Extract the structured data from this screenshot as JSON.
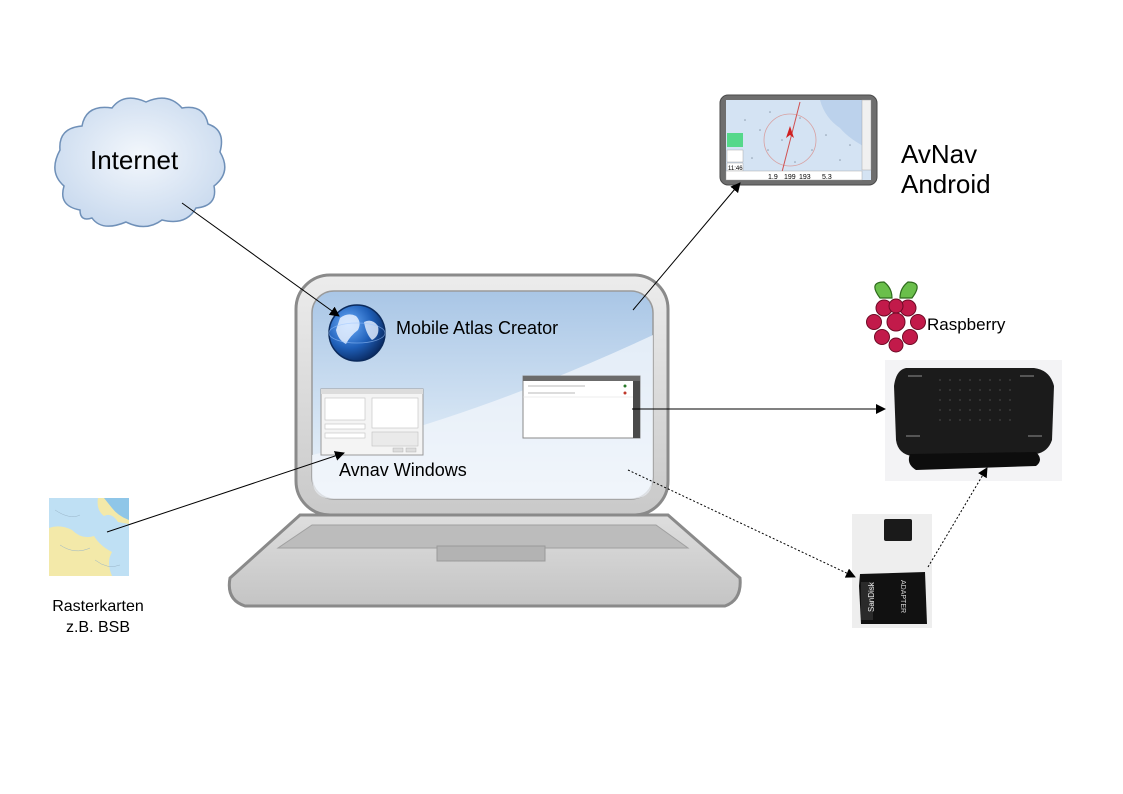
{
  "labels": {
    "internet": "Internet",
    "mobile_atlas_creator": "Mobile Atlas Creator",
    "avnav_windows": "Avnav Windows",
    "avnav_android_line1": "AvNav",
    "avnav_android_line2": "Android",
    "raspberry": "Raspberry",
    "rasterkarten_line1": "Rasterkarten",
    "rasterkarten_line2": "z.B. BSB"
  },
  "tablet": {
    "readouts": [
      "1.9",
      "199",
      "193",
      "5.3"
    ],
    "clock": "11:46"
  },
  "sd_card": {
    "brand": "SanDisk",
    "adapter_text": "ADAPTER"
  },
  "colors": {
    "laptop_body": "#d6d6d6",
    "laptop_outline": "#8a8a8a",
    "screen_top": "#b7d0ea",
    "screen_bottom": "#e6eff8",
    "cloud_fill": "#dbe7f5",
    "cloud_stroke": "#6f90b8",
    "sea": "#d4e3f3",
    "land": "#f3e9a9",
    "raspberry_red": "#c21a4a",
    "leaf_green": "#6abf4b",
    "case_black": "#1b1b1b"
  },
  "icons": [
    "globe-icon",
    "raspberry-logo-icon",
    "cloud-icon"
  ]
}
